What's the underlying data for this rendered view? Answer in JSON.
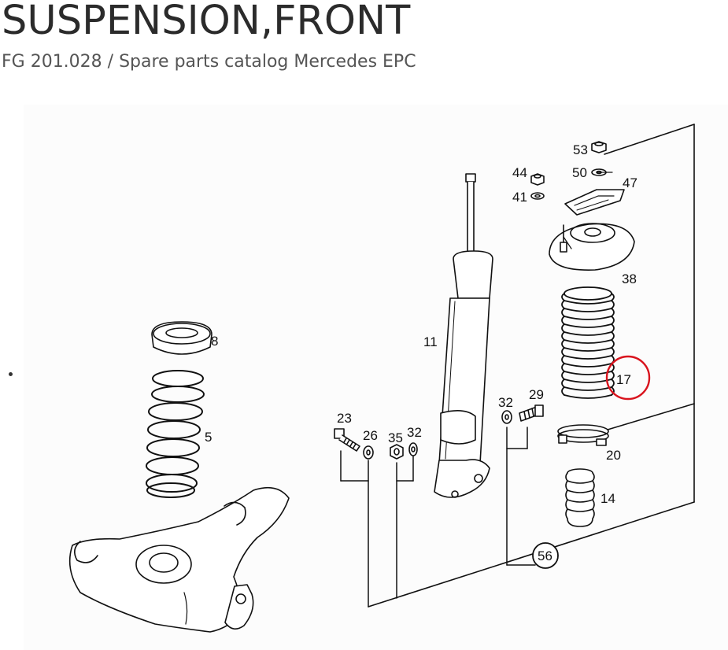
{
  "page": {
    "title": "SUSPENSION,FRONT",
    "subtitle": "FG 201.028 / Spare parts catalog Mercedes EPC"
  },
  "diagram": {
    "parts": [
      {
        "id": "p53",
        "label": "53"
      },
      {
        "id": "p50",
        "label": "50"
      },
      {
        "id": "p47",
        "label": "47"
      },
      {
        "id": "p44",
        "label": "44"
      },
      {
        "id": "p41",
        "label": "41"
      },
      {
        "id": "p38",
        "label": "38"
      },
      {
        "id": "p11",
        "label": "11"
      },
      {
        "id": "p8",
        "label": "8"
      },
      {
        "id": "p5",
        "label": "5"
      },
      {
        "id": "p17",
        "label": "17"
      },
      {
        "id": "p32a",
        "label": "32"
      },
      {
        "id": "p29",
        "label": "29"
      },
      {
        "id": "p23",
        "label": "23"
      },
      {
        "id": "p26",
        "label": "26"
      },
      {
        "id": "p35",
        "label": "35"
      },
      {
        "id": "p32b",
        "label": "32"
      },
      {
        "id": "p20",
        "label": "20"
      },
      {
        "id": "p14",
        "label": "14"
      },
      {
        "id": "p56",
        "label": "56"
      }
    ],
    "highlight": {
      "part": "17",
      "color": "#d9141e"
    }
  }
}
